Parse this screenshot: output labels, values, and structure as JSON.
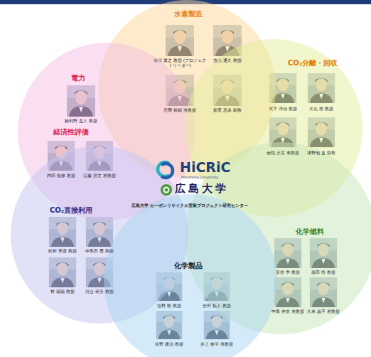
{
  "diagram": {
    "nodes": [
      {
        "text": [
          "水素製造"
        ]
      },
      {
        "text": [
          "電力",
          "経済性評価"
        ]
      },
      {
        "text": [
          "CO₂分離・回収"
        ]
      },
      {
        "text": [
          "CO₂直接利用"
        ]
      },
      {
        "text": [
          "化学燃料"
        ]
      },
      {
        "text": [
          "化学製品"
        ]
      }
    ],
    "labels": [
      "HiCRiC",
      "Hiroshima University",
      "広島大学",
      "広島大学 カーボンリサイクル実装プロジェクト研究センター",
      "市川 貴之 教授 (プロジェクトリーダー)",
      "古山 通久 教授",
      "宮岡 裕樹 准教授",
      "新里 恵多 助教",
      "餘利野 直人 教授",
      "内田 悦修 教授",
      "江藤 浩文 准教授",
      "大下 浄治 教授",
      "犬丸 啓 教授",
      "金指 正言 准教授",
      "津野地 直 助教",
      "松村 幸彦 教授",
      "中島田 豊 教授",
      "林 瑞福 教授",
      "河合 研至 教授",
      "安倍 学 教授",
      "西田 悟 教授",
      "中島 伸夫 准教授",
      "久米 晶子 准教授",
      "塩野 毅 教授",
      "吉田 拓人 教授",
      "佐野 庸治 教授",
      "井上 修平 准教授"
    ]
  }
}
